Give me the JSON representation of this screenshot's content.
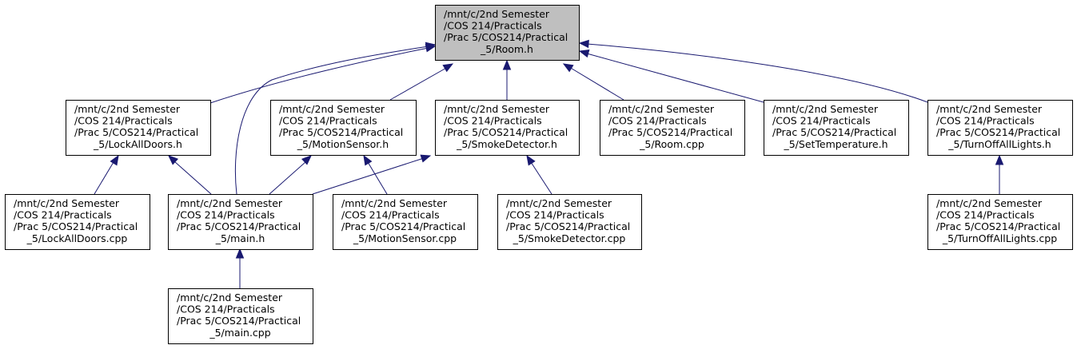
{
  "colors": {
    "root_fill": "#bfbfbf",
    "node_fill": "#ffffff",
    "border": "#000000",
    "edge": "#191970"
  },
  "nodes": [
    {
      "id": "room_h",
      "lines": [
        "/mnt/c/2nd Semester",
        "/COS 214/Practicals",
        "/Prac 5/COS214/Practical",
        "_5/Room.h"
      ],
      "root": true
    },
    {
      "id": "lockalldoors_h",
      "lines": [
        "/mnt/c/2nd Semester",
        "/COS 214/Practicals",
        "/Prac 5/COS214/Practical",
        "_5/LockAllDoors.h"
      ]
    },
    {
      "id": "motionsensor_h",
      "lines": [
        "/mnt/c/2nd Semester",
        "/COS 214/Practicals",
        "/Prac 5/COS214/Practical",
        "_5/MotionSensor.h"
      ]
    },
    {
      "id": "smokedetector_h",
      "lines": [
        "/mnt/c/2nd Semester",
        "/COS 214/Practicals",
        "/Prac 5/COS214/Practical",
        "_5/SmokeDetector.h"
      ]
    },
    {
      "id": "room_cpp",
      "lines": [
        "/mnt/c/2nd Semester",
        "/COS 214/Practicals",
        "/Prac 5/COS214/Practical",
        "_5/Room.cpp"
      ]
    },
    {
      "id": "settemperature_h",
      "lines": [
        "/mnt/c/2nd Semester",
        "/COS 214/Practicals",
        "/Prac 5/COS214/Practical",
        "_5/SetTemperature.h"
      ]
    },
    {
      "id": "turnoffalllights_h",
      "lines": [
        "/mnt/c/2nd Semester",
        "/COS 214/Practicals",
        "/Prac 5/COS214/Practical",
        "_5/TurnOffAllLights.h"
      ]
    },
    {
      "id": "lockalldoors_cpp",
      "lines": [
        "/mnt/c/2nd Semester",
        "/COS 214/Practicals",
        "/Prac 5/COS214/Practical",
        "_5/LockAllDoors.cpp"
      ]
    },
    {
      "id": "main_h",
      "lines": [
        "/mnt/c/2nd Semester",
        "/COS 214/Practicals",
        "/Prac 5/COS214/Practical",
        "_5/main.h"
      ]
    },
    {
      "id": "motionsensor_cpp",
      "lines": [
        "/mnt/c/2nd Semester",
        "/COS 214/Practicals",
        "/Prac 5/COS214/Practical",
        "_5/MotionSensor.cpp"
      ]
    },
    {
      "id": "smokedetector_cpp",
      "lines": [
        "/mnt/c/2nd Semester",
        "/COS 214/Practicals",
        "/Prac 5/COS214/Practical",
        "_5/SmokeDetector.cpp"
      ]
    },
    {
      "id": "turnoffalllights_cpp",
      "lines": [
        "/mnt/c/2nd Semester",
        "/COS 214/Practicals",
        "/Prac 5/COS214/Practical",
        "_5/TurnOffAllLights.cpp"
      ]
    },
    {
      "id": "main_cpp",
      "lines": [
        "/mnt/c/2nd Semester",
        "/COS 214/Practicals",
        "/Prac 5/COS214/Practical",
        "_5/main.cpp"
      ]
    }
  ],
  "edges": [
    {
      "from": "lockalldoors_h",
      "to": "room_h"
    },
    {
      "from": "main_h",
      "to": "room_h"
    },
    {
      "from": "motionsensor_h",
      "to": "room_h"
    },
    {
      "from": "smokedetector_h",
      "to": "room_h"
    },
    {
      "from": "room_cpp",
      "to": "room_h"
    },
    {
      "from": "settemperature_h",
      "to": "room_h"
    },
    {
      "from": "turnoffalllights_h",
      "to": "room_h"
    },
    {
      "from": "lockalldoors_cpp",
      "to": "lockalldoors_h"
    },
    {
      "from": "main_h",
      "to": "lockalldoors_h"
    },
    {
      "from": "main_h",
      "to": "motionsensor_h"
    },
    {
      "from": "motionsensor_cpp",
      "to": "motionsensor_h"
    },
    {
      "from": "main_h",
      "to": "smokedetector_h"
    },
    {
      "from": "smokedetector_cpp",
      "to": "smokedetector_h"
    },
    {
      "from": "turnoffalllights_cpp",
      "to": "turnoffalllights_h"
    },
    {
      "from": "main_cpp",
      "to": "main_h"
    }
  ]
}
